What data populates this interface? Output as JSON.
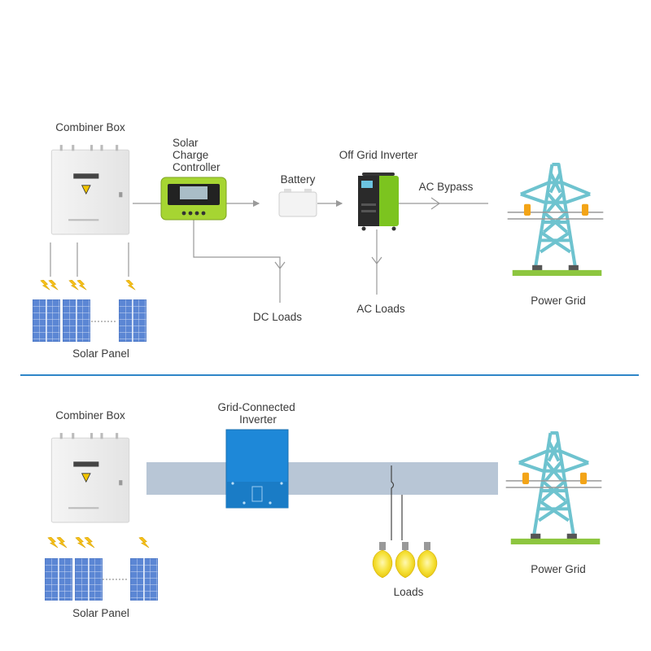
{
  "top_diagram": {
    "combiner_box": "Combiner Box",
    "charge_controller": [
      "Solar",
      "Charge",
      "Controller"
    ],
    "battery": "Battery",
    "off_grid_inverter": "Off Grid Inverter",
    "ac_bypass": "AC Bypass",
    "dc_loads": "DC Loads",
    "ac_loads": "AC Loads",
    "power_grid": "Power Grid",
    "solar_panel": "Solar Panel"
  },
  "bottom_diagram": {
    "combiner_box": "Combiner Box",
    "grid_inverter": [
      "Grid-Connected",
      "Inverter"
    ],
    "loads": "Loads",
    "power_grid": "Power Grid",
    "solar_panel": "Solar Panel"
  },
  "colors": {
    "divider": "#2f86c8",
    "tower": "#6ec3cf",
    "ground": "#8dc63f",
    "insulator": "#f3a417",
    "controller": "#a6d532",
    "inverter_green": "#7cc41f",
    "grid_inverter": "#1e88d8",
    "bus": "#b8c6d6",
    "panel": "#5b86d4",
    "bulb": "#f5dd2a",
    "bolt": "#f6c019",
    "wire": "#999999"
  }
}
